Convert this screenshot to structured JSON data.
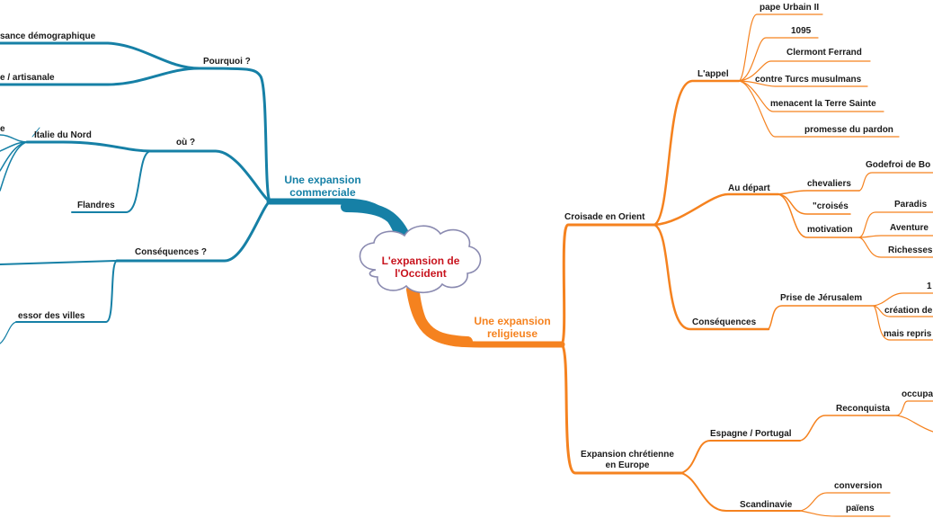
{
  "colors": {
    "left": "#1680a6",
    "right": "#f5821f",
    "center_text": "#c8141e"
  },
  "center": {
    "line1": "L'expansion de",
    "line2": "l'Occident"
  },
  "left": {
    "title": {
      "line1": "Une expansion",
      "line2": "commerciale"
    },
    "pourquoi": {
      "label": "Pourquoi ?",
      "items": [
        "sance démographique",
        "e / artisanale"
      ]
    },
    "ou": {
      "label": "où ?",
      "italie": "Italie du Nord",
      "italie_fragment": "e",
      "flandres": "Flandres"
    },
    "consequences": {
      "label": "Conséquences ?",
      "essor": "essor des villes"
    }
  },
  "right": {
    "title": {
      "line1": "Une expansion",
      "line2": "religieuse"
    },
    "croisade": {
      "label": "Croisade en Orient",
      "appel": {
        "label": "L'appel",
        "items": [
          "pape Urbain II",
          "1095",
          "Clermont Ferrand",
          "contre Turcs musulmans",
          "menacent la Terre Sainte",
          "promesse du pardon"
        ]
      },
      "depart": {
        "label": "Au départ",
        "chevaliers": "chevaliers",
        "godefroi": "Godefroi de Bo",
        "croises": "\"croisés",
        "motivation": "motivation",
        "motivations": [
          "Paradis",
          "Aventure",
          "Richesses"
        ]
      },
      "consequences": {
        "label": "Conséquences",
        "prise": "Prise de Jérusalem",
        "items": [
          "1",
          "création de",
          "mais repris"
        ]
      }
    },
    "europe": {
      "label_line1": "Expansion chrétienne",
      "label_line2": "en Europe",
      "espagne": {
        "label": "Espagne / Portugal",
        "reconquista": "Reconquista",
        "occupa": "occupa"
      },
      "scandinavie": {
        "label": "Scandinavie",
        "items": [
          "conversion",
          "païens"
        ]
      }
    }
  }
}
